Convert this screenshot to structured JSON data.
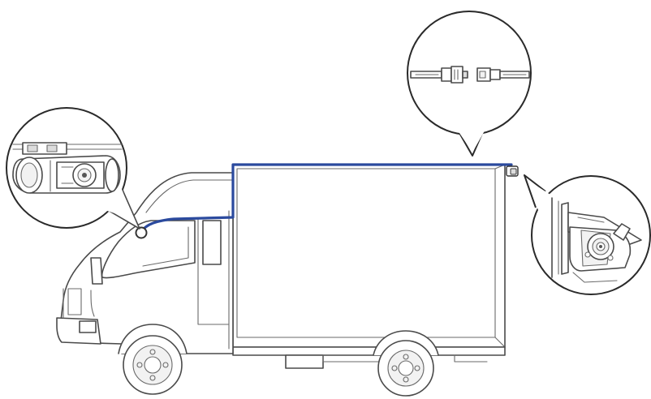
{
  "diagram": {
    "subject": "box-truck-dashcam-installation",
    "colors": {
      "cable": "#2b4a9e",
      "outline": "#4a4a4a",
      "background": "#ffffff"
    },
    "callouts": [
      {
        "id": "front-camera",
        "icon": "dashcam-front-icon"
      },
      {
        "id": "cable-connector",
        "icon": "cable-connector-icon"
      },
      {
        "id": "rear-camera",
        "icon": "rear-camera-icon"
      }
    ]
  }
}
